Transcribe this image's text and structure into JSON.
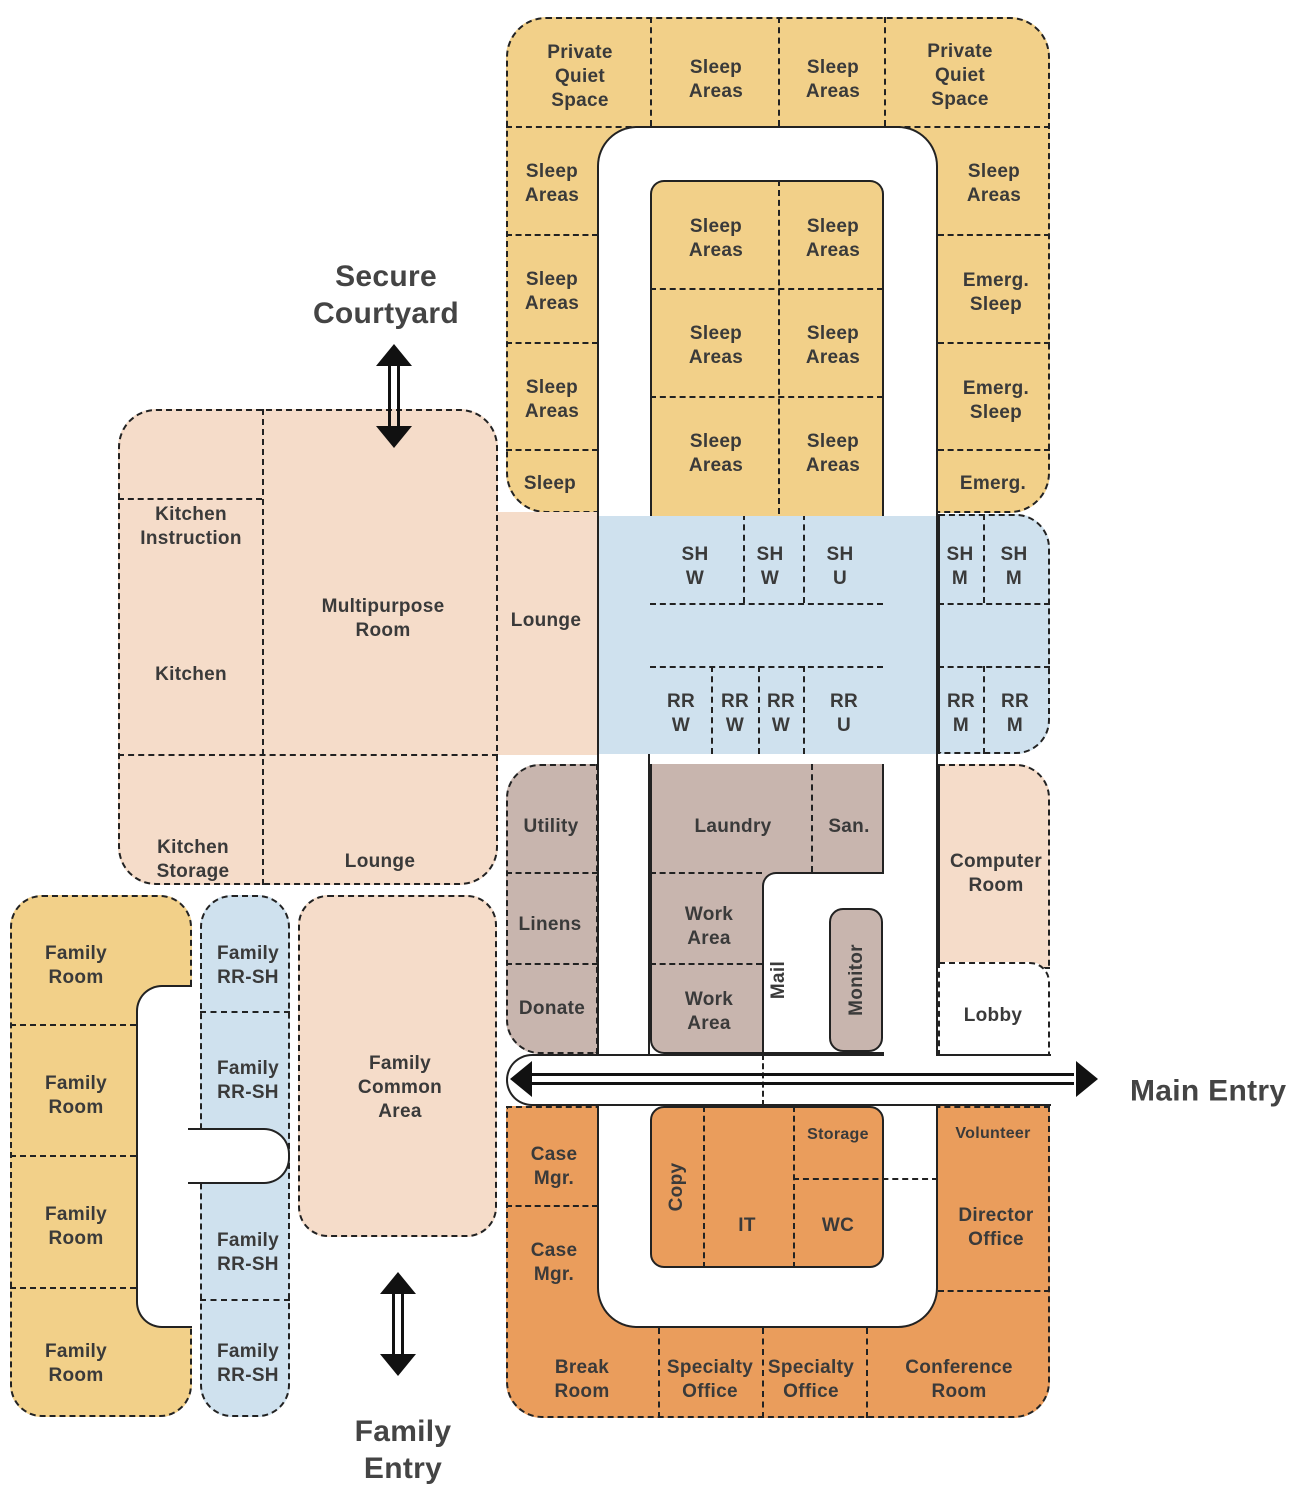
{
  "labels": {
    "private_quiet_1": "Private\nQuiet\nSpace",
    "sleep_top_1": "Sleep\nAreas",
    "sleep_top_2": "Sleep\nAreas",
    "private_quiet_2": "Private\nQuiet\nSpace",
    "sleep_l1": "Sleep\nAreas",
    "sleep_l2": "Sleep\nAreas",
    "sleep_l3": "Sleep\nAreas",
    "sleep_l4": "Sleep",
    "sleep_c1": "Sleep\nAreas",
    "sleep_c2": "Sleep\nAreas",
    "sleep_c3": "Sleep\nAreas",
    "sleep_c4": "Sleep\nAreas",
    "sleep_c5": "Sleep\nAreas",
    "sleep_c6": "Sleep\nAreas",
    "sleep_r1": "Sleep\nAreas",
    "emerg_sleep_1": "Emerg.\nSleep",
    "emerg_sleep_2": "Emerg.\nSleep",
    "emerg": "Emerg.",
    "sh_w_1": "SH\nW",
    "sh_w_2": "SH\nW",
    "sh_u": "SH\nU",
    "sh_m_1": "SH\nM",
    "sh_m_2": "SH\nM",
    "rr_w_1": "RR\nW",
    "rr_w_2": "RR\nW",
    "rr_w_3": "RR\nW",
    "rr_u": "RR\nU",
    "rr_m_1": "RR\nM",
    "rr_m_2": "RR\nM",
    "kitchen_instruction": "Kitchen\nInstruction",
    "multipurpose_room": "Multipurpose\nRoom",
    "kitchen": "Kitchen",
    "lounge_right": "Lounge",
    "kitchen_storage": "Kitchen\nStorage",
    "lounge_bottom": "Lounge",
    "utility": "Utility",
    "laundry": "Laundry",
    "san": "San.",
    "linens": "Linens",
    "work_area_1": "Work\nArea",
    "work_area_2": "Work\nArea",
    "donate": "Donate",
    "mail": "Mail",
    "monitor": "Monitor",
    "computer_room": "Computer\nRoom",
    "lobby": "Lobby",
    "volunteer": "Volunteer",
    "storage": "Storage",
    "copy": "Copy",
    "it": "IT",
    "wc": "WC",
    "case_mgr_1": "Case\nMgr.",
    "case_mgr_2": "Case\nMgr.",
    "director_office": "Director\nOffice",
    "break_room": "Break\nRoom",
    "specialty_office_1": "Specialty\nOffice",
    "specialty_office_2": "Specialty\nOffice",
    "conference_room": "Conference\nRoom",
    "family_room_1": "Family\nRoom",
    "family_room_2": "Family\nRoom",
    "family_room_3": "Family\nRoom",
    "family_room_4": "Family\nRoom",
    "family_rr_sh_1": "Family\nRR-SH",
    "family_rr_sh_2": "Family\nRR-SH",
    "family_rr_sh_3": "Family\nRR-SH",
    "family_rr_sh_4": "Family\nRR-SH",
    "family_common_area": "Family\nCommon\nArea"
  },
  "entries": {
    "secure_courtyard": "Secure\nCourtyard",
    "main_entry": "Main Entry",
    "family_entry": "Family\nEntry"
  },
  "colors": {
    "sleep_zone": "#f2d089",
    "hygiene_zone": "#cfe1ee",
    "common_zone": "#f5dcc9",
    "service_zone": "#c8b5ae",
    "admin_zone": "#ea9d5c",
    "circulation": "#ffffff"
  },
  "icons": [
    "double-arrow-vertical-icon",
    "double-arrow-horizontal-icon"
  ]
}
